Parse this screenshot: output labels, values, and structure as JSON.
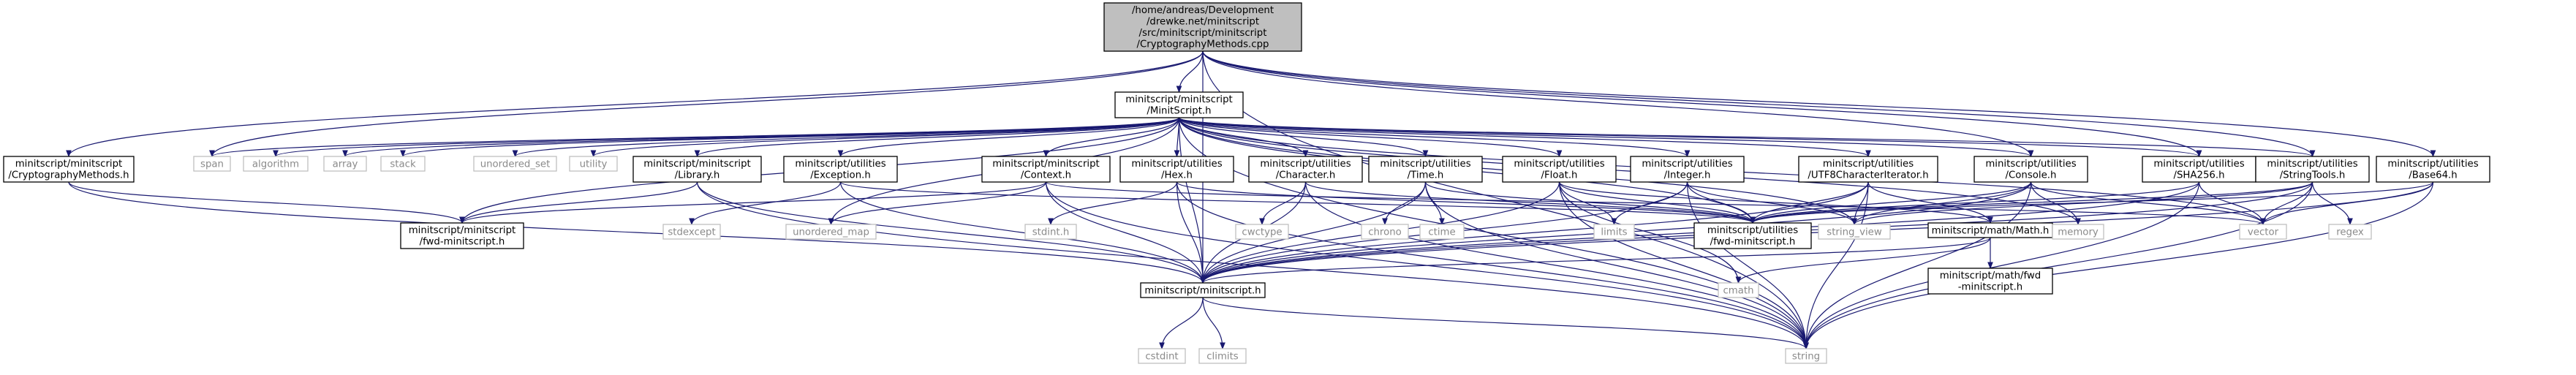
{
  "nodes": [
    {
      "id": "root",
      "lines": [
        "/home/andreas/Development",
        "/drewke.net/minitscript",
        "/src/minitscript/minitscript",
        "/CryptographyMethods.cpp"
      ],
      "kind": "root"
    },
    {
      "id": "minitscript",
      "lines": [
        "minitscript/minitscript",
        "/MinitScript.h"
      ],
      "kind": "file"
    },
    {
      "id": "cryptoh",
      "lines": [
        "minitscript/minitscript",
        "/CryptographyMethods.h"
      ],
      "kind": "file"
    },
    {
      "id": "fwdmin",
      "lines": [
        "minitscript/minitscript",
        "/fwd-minitscript.h"
      ],
      "kind": "file"
    },
    {
      "id": "minith",
      "lines": [
        "minitscript/minitscript.h"
      ],
      "kind": "file"
    },
    {
      "id": "span",
      "lines": [
        "span"
      ],
      "kind": "sys"
    },
    {
      "id": "algorithm",
      "lines": [
        "algorithm"
      ],
      "kind": "sys"
    },
    {
      "id": "array",
      "lines": [
        "array"
      ],
      "kind": "sys"
    },
    {
      "id": "stack",
      "lines": [
        "stack"
      ],
      "kind": "sys"
    },
    {
      "id": "unordered_set",
      "lines": [
        "unordered_set"
      ],
      "kind": "sys"
    },
    {
      "id": "utility",
      "lines": [
        "utility"
      ],
      "kind": "sys"
    },
    {
      "id": "library",
      "lines": [
        "minitscript/minitscript",
        "/Library.h"
      ],
      "kind": "file"
    },
    {
      "id": "exception",
      "lines": [
        "minitscript/utilities",
        "/Exception.h"
      ],
      "kind": "file"
    },
    {
      "id": "stdexcept",
      "lines": [
        "stdexcept"
      ],
      "kind": "sys"
    },
    {
      "id": "context",
      "lines": [
        "minitscript/minitscript",
        "/Context.h"
      ],
      "kind": "file"
    },
    {
      "id": "unordered_map",
      "lines": [
        "unordered_map"
      ],
      "kind": "sys"
    },
    {
      "id": "hex",
      "lines": [
        "minitscript/utilities",
        "/Hex.h"
      ],
      "kind": "file"
    },
    {
      "id": "stdinth",
      "lines": [
        "stdint.h"
      ],
      "kind": "sys"
    },
    {
      "id": "character",
      "lines": [
        "minitscript/utilities",
        "/Character.h"
      ],
      "kind": "file"
    },
    {
      "id": "cwctype",
      "lines": [
        "cwctype"
      ],
      "kind": "sys"
    },
    {
      "id": "time",
      "lines": [
        "minitscript/utilities",
        "/Time.h"
      ],
      "kind": "file"
    },
    {
      "id": "chrono",
      "lines": [
        "chrono"
      ],
      "kind": "sys"
    },
    {
      "id": "ctime",
      "lines": [
        "ctime"
      ],
      "kind": "sys"
    },
    {
      "id": "float",
      "lines": [
        "minitscript/utilities",
        "/Float.h"
      ],
      "kind": "file"
    },
    {
      "id": "limits",
      "lines": [
        "limits"
      ],
      "kind": "sys"
    },
    {
      "id": "integer",
      "lines": [
        "minitscript/utilities",
        "/Integer.h"
      ],
      "kind": "file"
    },
    {
      "id": "fwdutil",
      "lines": [
        "minitscript/utilities",
        "/fwd-minitscript.h"
      ],
      "kind": "file"
    },
    {
      "id": "string_view",
      "lines": [
        "string_view"
      ],
      "kind": "sys"
    },
    {
      "id": "utf8",
      "lines": [
        "minitscript/utilities",
        "/UTF8CharacterIterator.h"
      ],
      "kind": "file"
    },
    {
      "id": "math",
      "lines": [
        "minitscript/math/Math.h"
      ],
      "kind": "file"
    },
    {
      "id": "mathfwd",
      "lines": [
        "minitscript/math/fwd",
        "-minitscript.h"
      ],
      "kind": "file"
    },
    {
      "id": "cmath",
      "lines": [
        "cmath"
      ],
      "kind": "sys"
    },
    {
      "id": "console",
      "lines": [
        "minitscript/utilities",
        "/Console.h"
      ],
      "kind": "file"
    },
    {
      "id": "memory",
      "lines": [
        "memory"
      ],
      "kind": "sys"
    },
    {
      "id": "sha256",
      "lines": [
        "minitscript/utilities",
        "/SHA256.h"
      ],
      "kind": "file"
    },
    {
      "id": "vector",
      "lines": [
        "vector"
      ],
      "kind": "sys"
    },
    {
      "id": "stringtools",
      "lines": [
        "minitscript/utilities",
        "/StringTools.h"
      ],
      "kind": "file"
    },
    {
      "id": "regex",
      "lines": [
        "regex"
      ],
      "kind": "sys"
    },
    {
      "id": "base64",
      "lines": [
        "minitscript/utilities",
        "/Base64.h"
      ],
      "kind": "file"
    },
    {
      "id": "cstdint",
      "lines": [
        "cstdint"
      ],
      "kind": "sys"
    },
    {
      "id": "climits",
      "lines": [
        "climits"
      ],
      "kind": "sys"
    },
    {
      "id": "string",
      "lines": [
        "string"
      ],
      "kind": "sys"
    }
  ],
  "edges": [
    [
      "root",
      "cryptoh"
    ],
    [
      "root",
      "minitscript"
    ],
    [
      "root",
      "minith"
    ],
    [
      "root",
      "span"
    ],
    [
      "root",
      "console"
    ],
    [
      "root",
      "sha256"
    ],
    [
      "root",
      "stringtools"
    ],
    [
      "root",
      "base64"
    ],
    [
      "root",
      "string"
    ],
    [
      "cryptoh",
      "fwdmin"
    ],
    [
      "cryptoh",
      "minith"
    ],
    [
      "minitscript",
      "span"
    ],
    [
      "minitscript",
      "algorithm"
    ],
    [
      "minitscript",
      "array"
    ],
    [
      "minitscript",
      "stack"
    ],
    [
      "minitscript",
      "unordered_set"
    ],
    [
      "minitscript",
      "utility"
    ],
    [
      "minitscript",
      "fwdmin"
    ],
    [
      "minitscript",
      "library"
    ],
    [
      "minitscript",
      "exception"
    ],
    [
      "minitscript",
      "context"
    ],
    [
      "minitscript",
      "unordered_map"
    ],
    [
      "minitscript",
      "hex"
    ],
    [
      "minitscript",
      "character"
    ],
    [
      "minitscript",
      "time"
    ],
    [
      "minitscript",
      "float"
    ],
    [
      "minitscript",
      "integer"
    ],
    [
      "minitscript",
      "fwdutil"
    ],
    [
      "minitscript",
      "string_view"
    ],
    [
      "minitscript",
      "utf8"
    ],
    [
      "minitscript",
      "console"
    ],
    [
      "minitscript",
      "sha256"
    ],
    [
      "minitscript",
      "stringtools"
    ],
    [
      "minitscript",
      "memory"
    ],
    [
      "minitscript",
      "vector"
    ],
    [
      "minitscript",
      "minith"
    ],
    [
      "minitscript",
      "string"
    ],
    [
      "library",
      "fwdmin"
    ],
    [
      "library",
      "minith"
    ],
    [
      "library",
      "string"
    ],
    [
      "exception",
      "stdexcept"
    ],
    [
      "exception",
      "minith"
    ],
    [
      "exception",
      "fwdutil"
    ],
    [
      "context",
      "fwdmin"
    ],
    [
      "context",
      "unordered_map"
    ],
    [
      "context",
      "minith"
    ],
    [
      "context",
      "string"
    ],
    [
      "context",
      "vector"
    ],
    [
      "hex",
      "stdinth"
    ],
    [
      "hex",
      "minith"
    ],
    [
      "hex",
      "string"
    ],
    [
      "hex",
      "fwdutil"
    ],
    [
      "character",
      "cwctype"
    ],
    [
      "character",
      "minith"
    ],
    [
      "character",
      "fwdutil"
    ],
    [
      "character",
      "string"
    ],
    [
      "time",
      "chrono"
    ],
    [
      "time",
      "ctime"
    ],
    [
      "time",
      "minith"
    ],
    [
      "time",
      "fwdutil"
    ],
    [
      "time",
      "string"
    ],
    [
      "float",
      "limits"
    ],
    [
      "float",
      "minith"
    ],
    [
      "float",
      "fwdutil"
    ],
    [
      "float",
      "math"
    ],
    [
      "float",
      "cmath"
    ],
    [
      "float",
      "string"
    ],
    [
      "integer",
      "limits"
    ],
    [
      "integer",
      "minith"
    ],
    [
      "integer",
      "fwdutil"
    ],
    [
      "integer",
      "string_view"
    ],
    [
      "integer",
      "string"
    ],
    [
      "utf8",
      "minith"
    ],
    [
      "utf8",
      "fwdutil"
    ],
    [
      "utf8",
      "string_view"
    ],
    [
      "utf8",
      "string"
    ],
    [
      "utf8",
      "math"
    ],
    [
      "console",
      "memory"
    ],
    [
      "console",
      "minith"
    ],
    [
      "console",
      "fwdutil"
    ],
    [
      "console",
      "string_view"
    ],
    [
      "console",
      "string"
    ],
    [
      "console",
      "vector"
    ],
    [
      "sha256",
      "minith"
    ],
    [
      "sha256",
      "fwdutil"
    ],
    [
      "sha256",
      "string"
    ],
    [
      "sha256",
      "vector"
    ],
    [
      "stringtools",
      "regex"
    ],
    [
      "stringtools",
      "minith"
    ],
    [
      "stringtools",
      "fwdutil"
    ],
    [
      "stringtools",
      "string_view"
    ],
    [
      "stringtools",
      "string"
    ],
    [
      "stringtools",
      "vector"
    ],
    [
      "base64",
      "minith"
    ],
    [
      "base64",
      "fwdutil"
    ],
    [
      "base64",
      "string"
    ],
    [
      "base64",
      "vector"
    ],
    [
      "math",
      "mathfwd"
    ],
    [
      "math",
      "cmath"
    ],
    [
      "math",
      "minith"
    ],
    [
      "minith",
      "cstdint"
    ],
    [
      "minith",
      "climits"
    ],
    [
      "minith",
      "string"
    ]
  ]
}
